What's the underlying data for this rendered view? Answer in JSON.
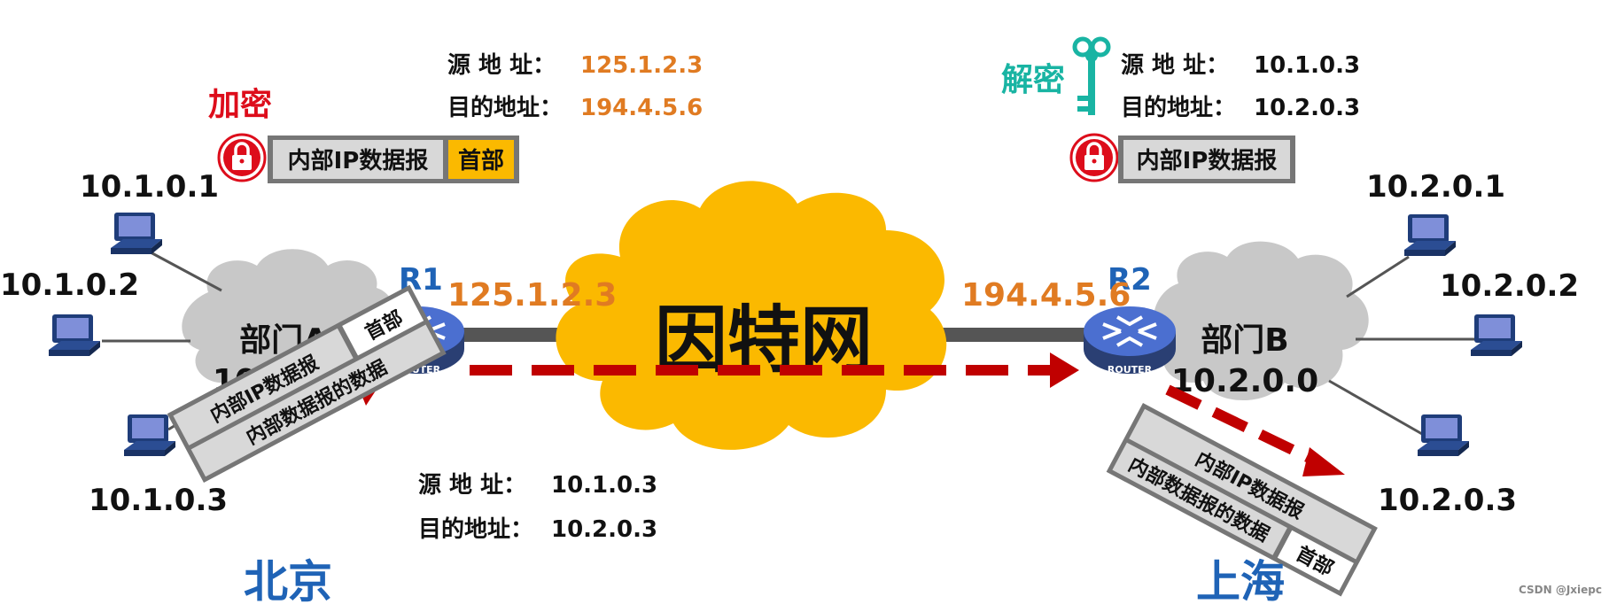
{
  "labels": {
    "encrypt": "加密",
    "decrypt": "解密",
    "internet": "因特网",
    "router_word": "ROUTER",
    "watermark": "CSDN @Jxiepc"
  },
  "beijing": {
    "city": "北京",
    "dept_name": "部门A",
    "dept_net": "10.1.0.0",
    "hosts": [
      "10.1.0.1",
      "10.1.0.2",
      "10.1.0.3"
    ],
    "router": "R1",
    "public_ip": "125.1.2.3"
  },
  "shanghai": {
    "city": "上海",
    "dept_name": "部门B",
    "dept_net": "10.2.0.0",
    "hosts": [
      "10.2.0.1",
      "10.2.0.2",
      "10.2.0.3"
    ],
    "router": "R2",
    "public_ip": "194.4.5.6"
  },
  "outer_header_left": {
    "src_label": "源 地 址：",
    "src_value": "125.1.2.3",
    "dst_label": "目的地址：",
    "dst_value": "194.4.5.6"
  },
  "outer_header_right": {
    "src_label": "源 地 址：",
    "src_value": "10.1.0.3",
    "dst_label": "目的地址：",
    "dst_value": "10.2.0.3"
  },
  "inner_header_bottom": {
    "src_label": "源 地 址：",
    "src_value": "10.1.0.3",
    "dst_label": "目的地址：",
    "dst_value": "10.2.0.3"
  },
  "packet_encrypted": {
    "body": "内部IP数据报",
    "header": "首部"
  },
  "packet_decrypted": {
    "body": "内部IP数据报"
  },
  "packet_inner_left": {
    "row1_body": "内部IP数据报",
    "row1_header": "首部",
    "row2": "内部数据报的数据"
  },
  "packet_inner_right": {
    "row1_body": "内部IP数据报",
    "row2_body": "内部数据报的数据",
    "row2_header": "首部"
  },
  "colors": {
    "internet_cloud": "#fbb900",
    "dept_cloud": "#c8c8c8",
    "tunnel_arrow": "#c00000",
    "accent_orange": "#e07b22",
    "city_blue": "#1f63b6",
    "lock_red": "#dd0d1b",
    "key_green": "#19b4a3",
    "header_yellow": "#fbb900"
  }
}
